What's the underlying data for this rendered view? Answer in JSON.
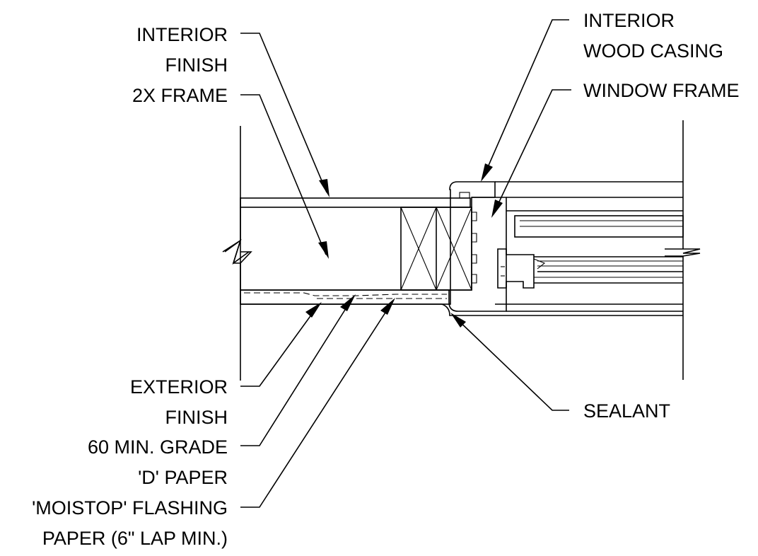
{
  "labels": {
    "interior_finish": [
      "INTERIOR",
      "FINISH"
    ],
    "frame_2x": [
      "2X FRAME"
    ],
    "interior_wood_casing": [
      "INTERIOR",
      "WOOD CASING"
    ],
    "window_frame": [
      "WINDOW FRAME"
    ],
    "exterior_finish": [
      "EXTERIOR",
      "FINISH"
    ],
    "grade_d_paper": [
      "60 MIN. GRADE",
      "'D' PAPER"
    ],
    "moistop_flashing": [
      "'MOISTOP' FLASHING",
      "PAPER (6\" LAP MIN.)"
    ],
    "sealant": [
      "SEALANT"
    ]
  }
}
